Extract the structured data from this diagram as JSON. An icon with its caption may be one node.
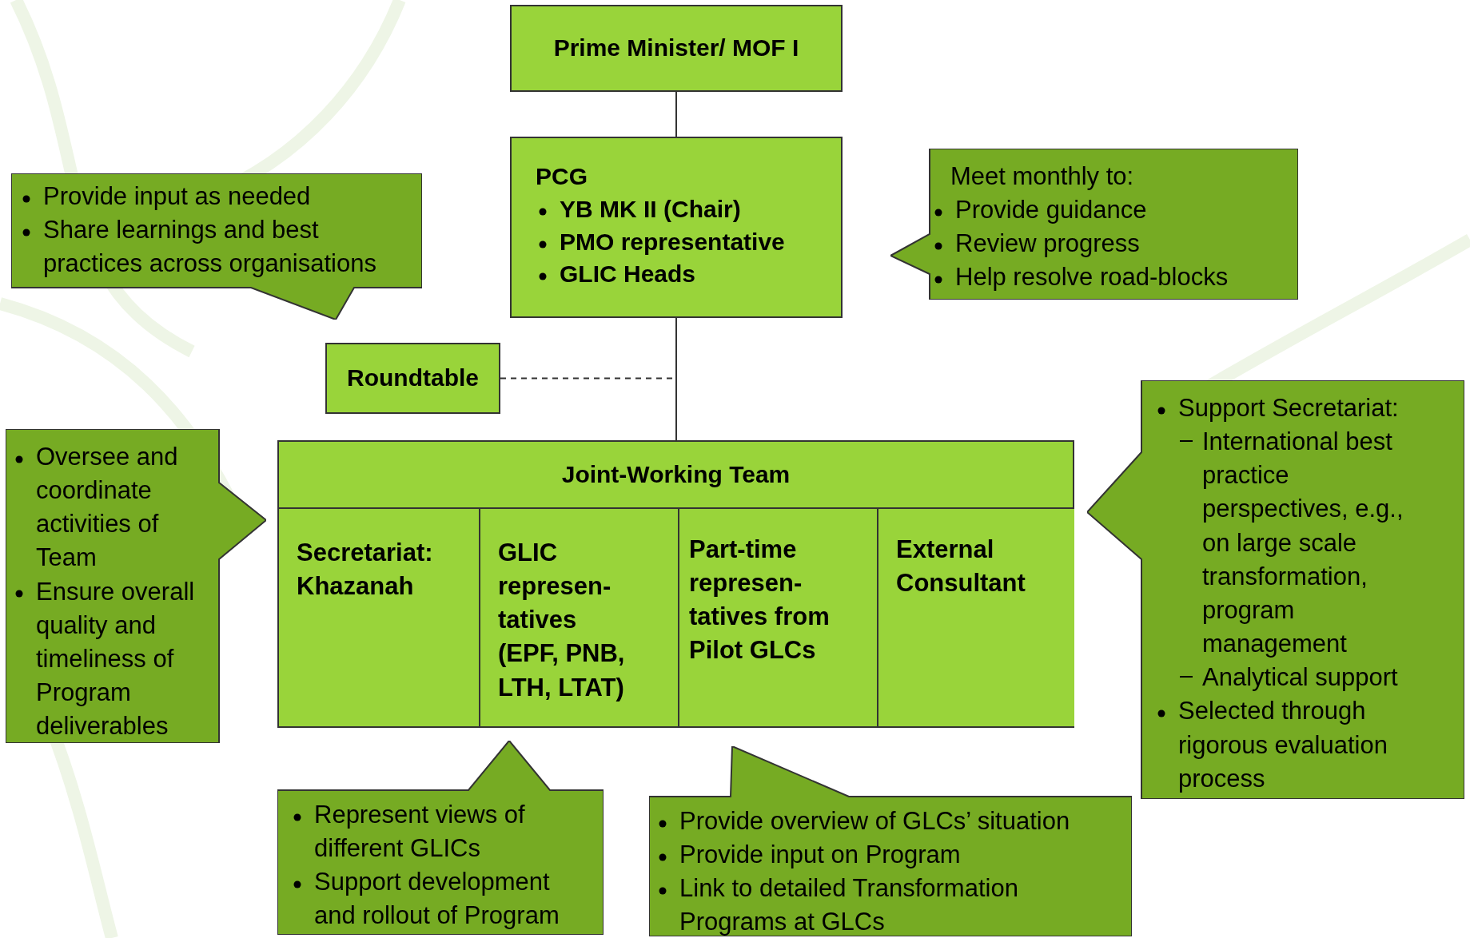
{
  "diagram": {
    "nodes": [
      {
        "text": [
          "Prime Minister/ MOF I"
        ]
      },
      {
        "text": [
          "PCG",
          "YB MK II (Chair)",
          "PMO representative",
          "GLIC Heads"
        ]
      },
      {
        "text": [
          "Roundtable"
        ]
      },
      {
        "text": [
          "Joint-Working Team"
        ]
      },
      {
        "text": [
          "Secretariat: Khazanah"
        ],
        "in": 3
      },
      {
        "text": [
          "GLIC represen-tatives (EPF, PNB, LTH, LTAT)"
        ],
        "in": 3
      },
      {
        "text": [
          "Part-time represen-tatives from Pilot GLCs"
        ],
        "in": 3
      },
      {
        "text": [
          "External Consultant"
        ],
        "in": 3
      },
      {
        "text": [
          "Provide input as needed",
          "Share learnings and best practices across organisations"
        ]
      },
      {
        "text": [
          "Meet monthly to:",
          "Provide guidance",
          "Review progress",
          "Help resolve road-blocks"
        ]
      },
      {
        "text": [
          "Oversee and coordinate activities of Team",
          "Ensure overall quality and timeliness of Program deliverables"
        ]
      },
      {
        "text": [
          "Support Secretariat:",
          "International best practice perspectives, e.g., on large scale transformation, program management",
          "Analytical support",
          "Selected through rigorous evaluation process"
        ]
      },
      {
        "text": [
          "Represent views of different GLICs",
          "Support development and rollout of Program"
        ]
      },
      {
        "text": [
          "Provide overview of GLCs’ situation",
          "Provide input on Program",
          "Link to detailed Transformation Programs at GLCs"
        ]
      }
    ],
    "edges": [
      {
        "from": 0,
        "to": 1,
        "arrow": "none"
      },
      {
        "from": 1,
        "to": 3,
        "arrow": "none"
      },
      {
        "from": 2,
        "to": 1,
        "arrow": "none",
        "style": "dashed"
      }
    ]
  }
}
